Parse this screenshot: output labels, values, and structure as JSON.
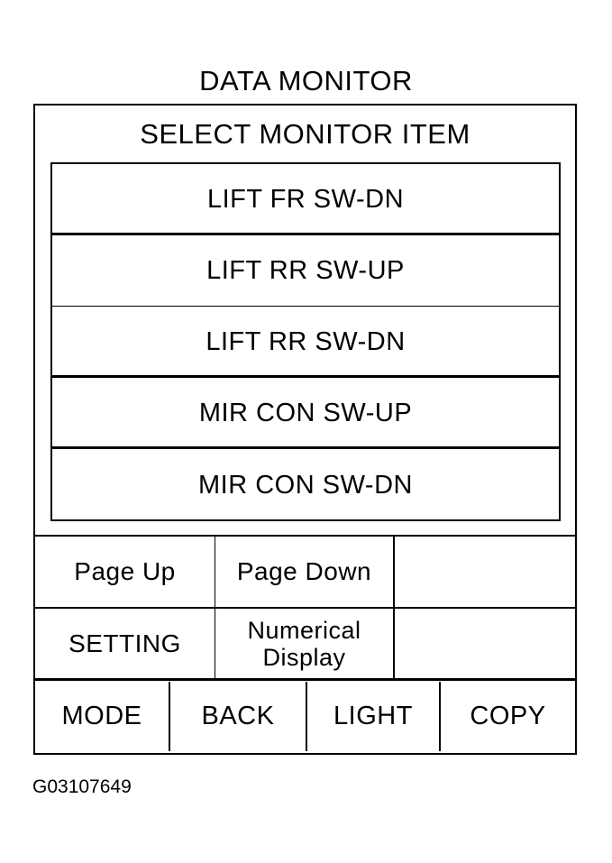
{
  "title": "DATA MONITOR",
  "screen": {
    "header": "SELECT MONITOR ITEM",
    "items": [
      {
        "label": "LIFT FR SW-DN"
      },
      {
        "label": "LIFT RR SW-UP"
      },
      {
        "label": "LIFT RR SW-DN"
      },
      {
        "label": "MIR CON SW-UP"
      },
      {
        "label": "MIR CON SW-DN"
      }
    ],
    "soft_keys": {
      "page_up": "Page Up",
      "page_down": "Page Down",
      "setting": "SETTING",
      "numerical_display_line1": "Numerical",
      "numerical_display_line2": "Display"
    },
    "bottom_buttons": {
      "mode": "MODE",
      "back": "BACK",
      "light": "LIGHT",
      "copy": "COPY"
    }
  },
  "figure_id": "G03107649"
}
